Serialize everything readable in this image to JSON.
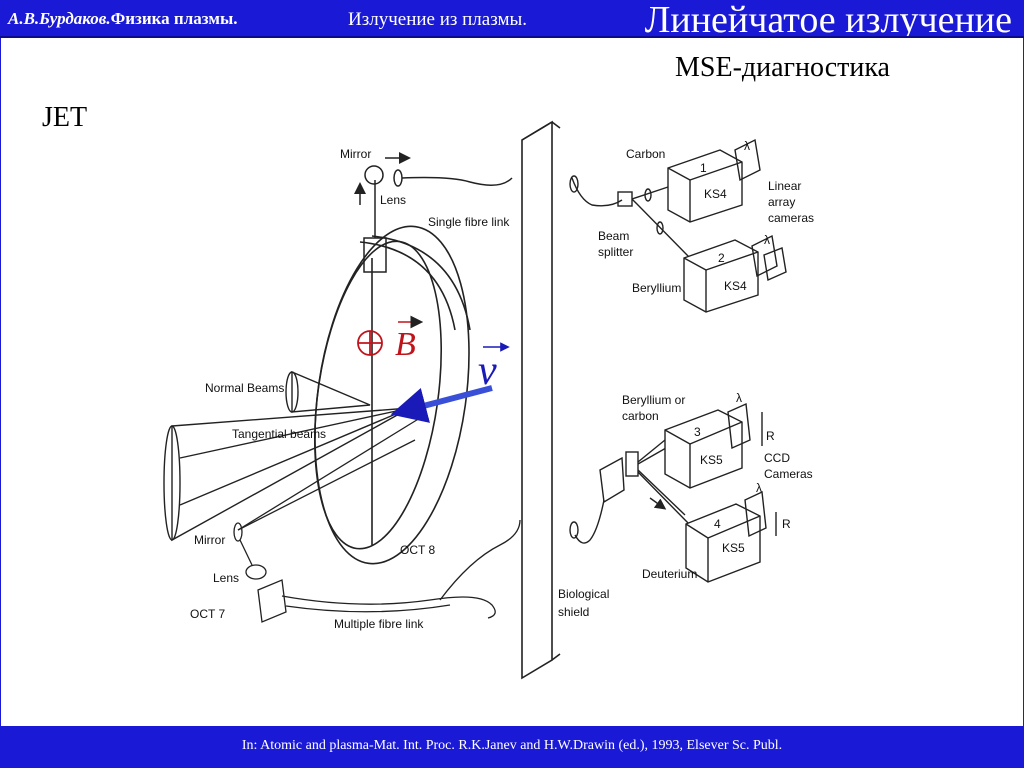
{
  "header": {
    "author": "А.В.Бурдаков.",
    "course": "Физика плазмы.",
    "section": "Излучение из плазмы.",
    "title": "Линейчатое излучение"
  },
  "slide": {
    "subtitle": "MSE-диагностика",
    "device": "JET"
  },
  "diagram": {
    "labels": {
      "mirror_top": "Mirror",
      "lens_top": "Lens",
      "single_fibre": "Single fibre link",
      "normal_beams": "Normal Beams",
      "tangential_beams": "Tangential beams",
      "mirror_bottom": "Mirror",
      "lens_bottom": "Lens",
      "oct7": "OCT 7",
      "oct8": "OCT 8",
      "multiple_fibre": "Multiple fibre link",
      "biological_shield_1": "Biological",
      "biological_shield_2": "shield",
      "carbon": "Carbon",
      "beam_splitter_1": "Beam",
      "beam_splitter_2": "splitter",
      "beryllium": "Beryllium",
      "linear_1": "Linear",
      "linear_2": "array",
      "linear_3": "cameras",
      "cam1_num": "1",
      "cam1_name": "KS4",
      "cam2_num": "2",
      "cam2_name": "KS4",
      "lambda": "λ",
      "be_or_c_1": "Beryllium or",
      "be_or_c_2": "carbon",
      "cam3_num": "3",
      "cam3_name": "KS5",
      "cam4_num": "4",
      "cam4_name": "KS5",
      "ccd_1": "CCD",
      "ccd_2": "Cameras",
      "r_label": "R",
      "deuterium": "Deuterium"
    },
    "field_symbol": "B",
    "velocity_symbol": "v",
    "colors": {
      "line": "#222222",
      "velocity_arrow": "#3a4fd8",
      "symbols": "#c0141c",
      "velocity_symbol": "#1a1ab8"
    }
  },
  "footer": {
    "citation": "In: Atomic and plasma-Mat. Int. Proc. R.K.Janev and H.W.Drawin (ed.), 1993, Elsever Sc. Publ."
  }
}
